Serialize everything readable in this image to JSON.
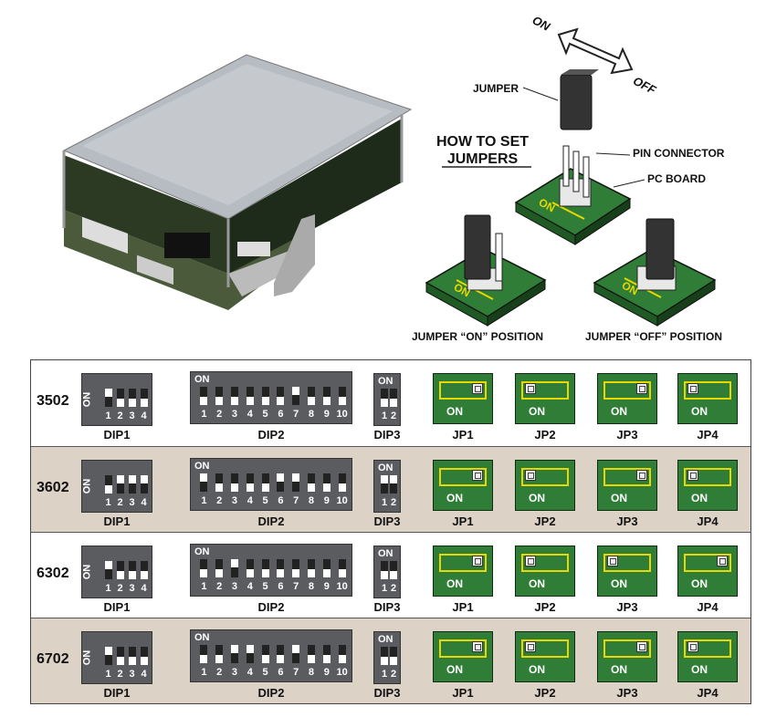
{
  "heading": "HOW TO SET\nJUMPERS",
  "labels": {
    "jumper": "JUMPER",
    "pin_connector": "PIN CONNECTOR",
    "pc_board": "PC BOARD",
    "on": "ON",
    "off": "OFF",
    "board_on": "ON",
    "jumper_on_position": "JUMPER “ON” POSITION",
    "jumper_off_position": "JUMPER “OFF” POSITION"
  },
  "dip_on_label": "ON",
  "dip_side_label": "ON",
  "captions": {
    "dip1": "DIP1",
    "dip2": "DIP2",
    "dip3": "DIP3",
    "jp1": "JP1",
    "jp2": "JP2",
    "jp3": "JP3",
    "jp4": "JP4",
    "jp_on": "ON"
  },
  "switch_numbers": {
    "dip1": [
      "1",
      "2",
      "3",
      "4"
    ],
    "dip2": [
      "1",
      "2",
      "3",
      "4",
      "5",
      "6",
      "7",
      "8",
      "9",
      "10"
    ],
    "dip3": [
      "1",
      "2"
    ]
  },
  "rows": [
    {
      "model": "3502",
      "dip1": [
        1,
        0,
        0,
        0
      ],
      "dip2": [
        0,
        0,
        0,
        0,
        0,
        0,
        1,
        0,
        0,
        0
      ],
      "dip3": [
        0,
        0
      ],
      "jp": [
        "right",
        "left",
        "right",
        "left"
      ]
    },
    {
      "model": "3602",
      "dip1": [
        0,
        1,
        1,
        1
      ],
      "dip2": [
        1,
        0,
        0,
        0,
        0,
        1,
        1,
        0,
        0,
        0
      ],
      "dip3": [
        1,
        1
      ],
      "jp": [
        "right",
        "left",
        "right",
        "left"
      ]
    },
    {
      "model": "6302",
      "dip1": [
        1,
        0,
        0,
        0
      ],
      "dip2": [
        0,
        0,
        1,
        0,
        0,
        0,
        0,
        0,
        0,
        0
      ],
      "dip3": [
        0,
        0
      ],
      "jp": [
        "right",
        "left",
        "left",
        "right"
      ]
    },
    {
      "model": "6702",
      "dip1": [
        1,
        0,
        0,
        0
      ],
      "dip2": [
        0,
        0,
        1,
        1,
        0,
        0,
        1,
        0,
        0,
        0
      ],
      "dip3": [
        0,
        0
      ],
      "jp": [
        "right",
        "left",
        "right",
        "left"
      ]
    }
  ],
  "colors": {
    "board_green": "#2f7d36",
    "switch_body": "#5a5c60",
    "jumper_outline": "#e7d800",
    "row_alt": "#dcd2c6"
  }
}
